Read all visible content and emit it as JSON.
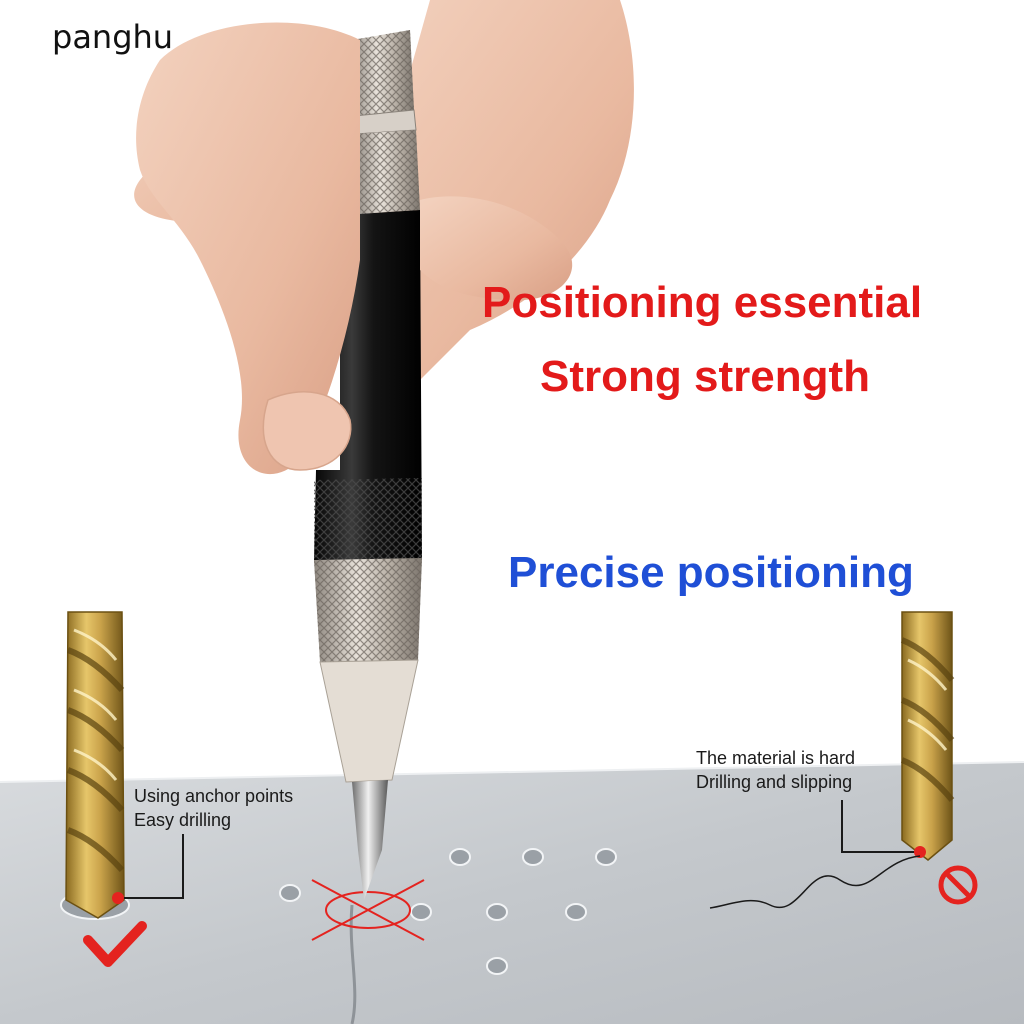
{
  "watermark": "panghu",
  "headlines": {
    "line1": "Positioning essential",
    "line2": "Strong strength",
    "line3": "Precise positioning"
  },
  "callouts": {
    "left": {
      "line1": "Using anchor points",
      "line2": "Easy drilling"
    },
    "right": {
      "line1": "The material is hard",
      "line2": "Drilling and slipping"
    }
  },
  "colors": {
    "headline_red": "#e31a1a",
    "headline_blue": "#1f4fd6",
    "plate": "#c9cdd1",
    "drill_gold": "#c9a24a",
    "pen_black": "#161616",
    "knurl_silver": "#b9b2aa",
    "accent_red": "#e4231f"
  },
  "icons": {
    "ok_mark": "red-checkmark-icon",
    "no_mark": "red-prohibited-icon"
  }
}
